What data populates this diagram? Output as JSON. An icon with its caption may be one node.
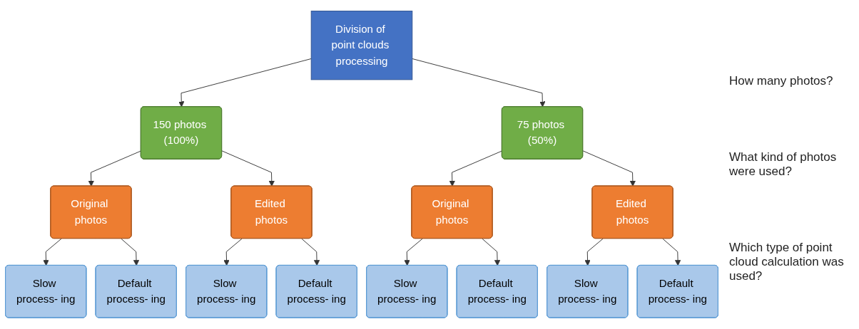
{
  "diagram": {
    "nodes": [
      {
        "text": [
          "Division of point clouds processing"
        ]
      },
      {
        "text": [
          "150 photos (100%)"
        ]
      },
      {
        "text": [
          "75 photos (50%)"
        ]
      },
      {
        "text": [
          "Original photos"
        ]
      },
      {
        "text": [
          "Edited photos"
        ]
      },
      {
        "text": [
          "Original photos"
        ]
      },
      {
        "text": [
          "Edited photos"
        ]
      },
      {
        "text": [
          "Slow process- ing"
        ]
      },
      {
        "text": [
          "Default process- ing"
        ]
      },
      {
        "text": [
          "Slow process- ing"
        ]
      },
      {
        "text": [
          "Default process- ing"
        ]
      },
      {
        "text": [
          "Slow process- ing"
        ]
      },
      {
        "text": [
          "Default process- ing"
        ]
      },
      {
        "text": [
          "Slow process- ing"
        ]
      },
      {
        "text": [
          "Default process- ing"
        ]
      }
    ],
    "edges": [
      {
        "from": 0,
        "to": 1,
        "arrow": "to"
      },
      {
        "from": 0,
        "to": 2,
        "arrow": "to"
      },
      {
        "from": 1,
        "to": 3,
        "arrow": "to"
      },
      {
        "from": 1,
        "to": 4,
        "arrow": "to"
      },
      {
        "from": 2,
        "to": 5,
        "arrow": "to"
      },
      {
        "from": 2,
        "to": 6,
        "arrow": "to"
      },
      {
        "from": 3,
        "to": 7,
        "arrow": "to"
      },
      {
        "from": 3,
        "to": 8,
        "arrow": "to"
      },
      {
        "from": 4,
        "to": 9,
        "arrow": "to"
      },
      {
        "from": 4,
        "to": 10,
        "arrow": "to"
      },
      {
        "from": 5,
        "to": 11,
        "arrow": "to"
      },
      {
        "from": 5,
        "to": 12,
        "arrow": "to"
      },
      {
        "from": 6,
        "to": 13,
        "arrow": "to"
      },
      {
        "from": 6,
        "to": 14,
        "arrow": "to"
      }
    ],
    "labels": [
      "How many photos?",
      "What kind of photos were used?",
      "Which type of point cloud calculation was used?"
    ]
  }
}
